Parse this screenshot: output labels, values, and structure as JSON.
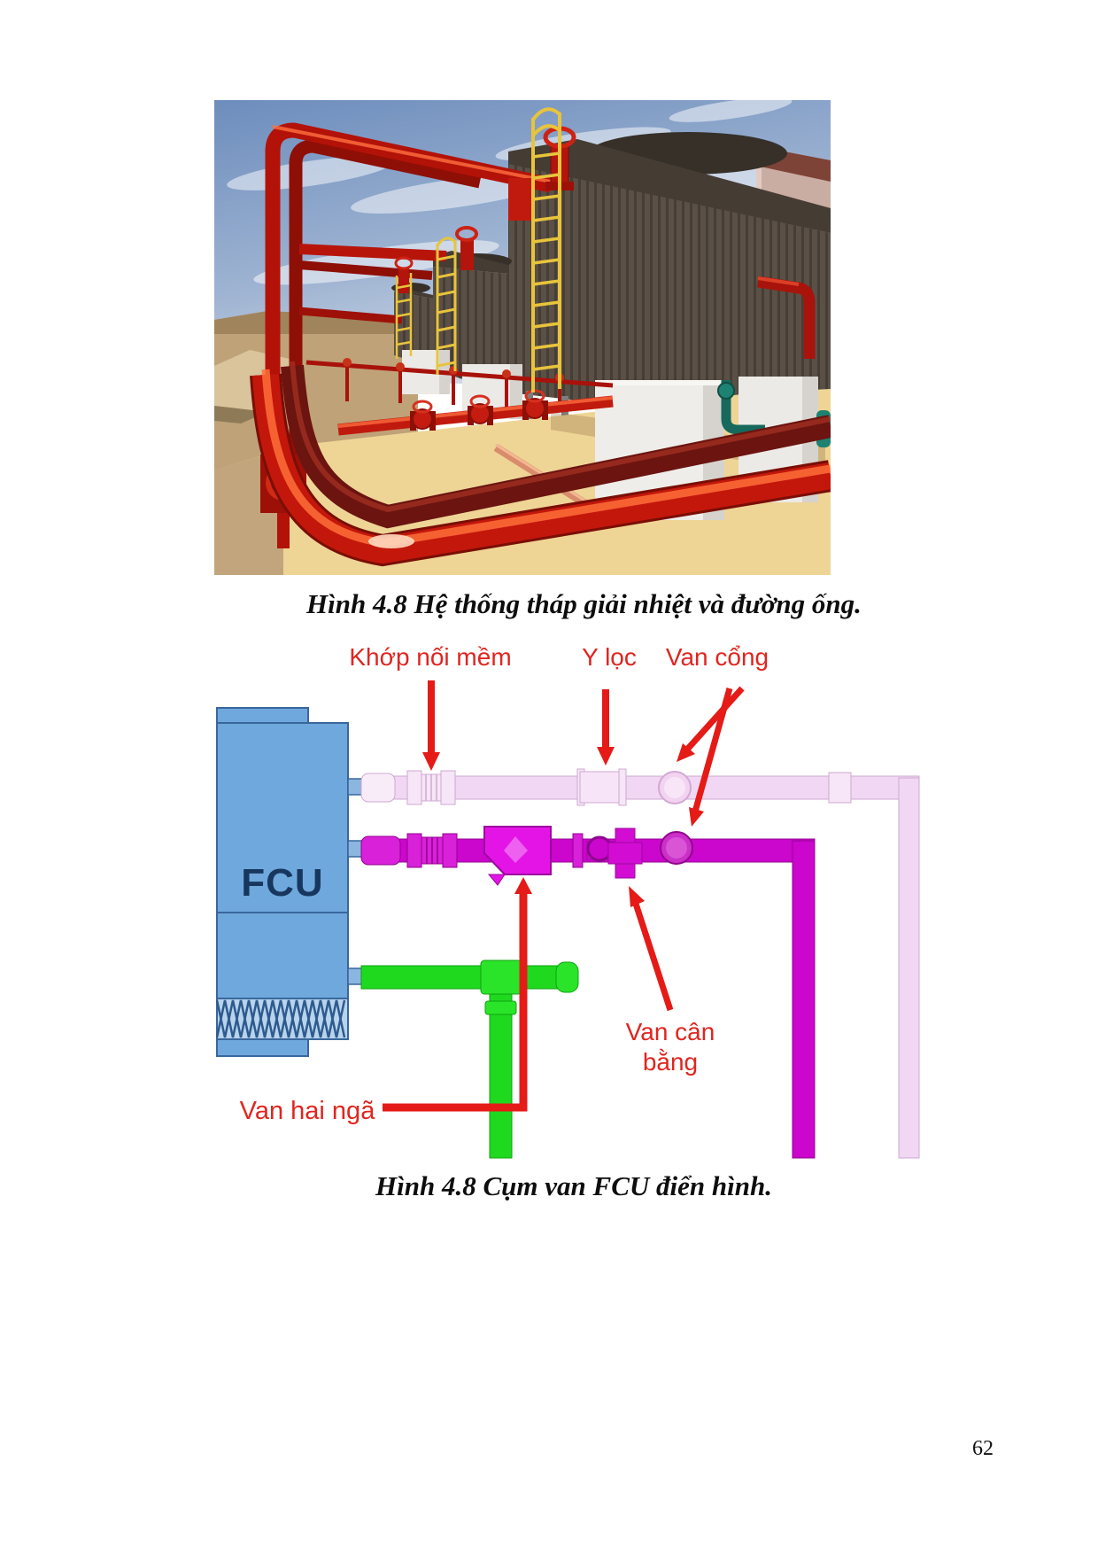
{
  "page": {
    "number": "62"
  },
  "photo_figure": {
    "caption": "Hình 4.8 Hệ thống tháp giải nhiệt và đường ống."
  },
  "valve_diagram": {
    "caption": "Hình 4.8 Cụm van FCU điển hình.",
    "fcu_label": "FCU",
    "labels": {
      "flexible_joint": "Khớp nối mềm",
      "y_strainer": "Y lọc",
      "gate_valve": "Van cổng",
      "balancing_valve": "Van cân bằng",
      "two_way_valve": "Van hai ngã"
    },
    "colors": {
      "label_red": "#e02520",
      "arrow_red": "#e41b17",
      "fcu_blue": "#6fa8dc",
      "fcu_text_navy": "#17375e",
      "pipe_pink": "#f1d7f3",
      "pipe_magenta": "#cb06cd",
      "pipe_green": "#1fd91f"
    }
  }
}
